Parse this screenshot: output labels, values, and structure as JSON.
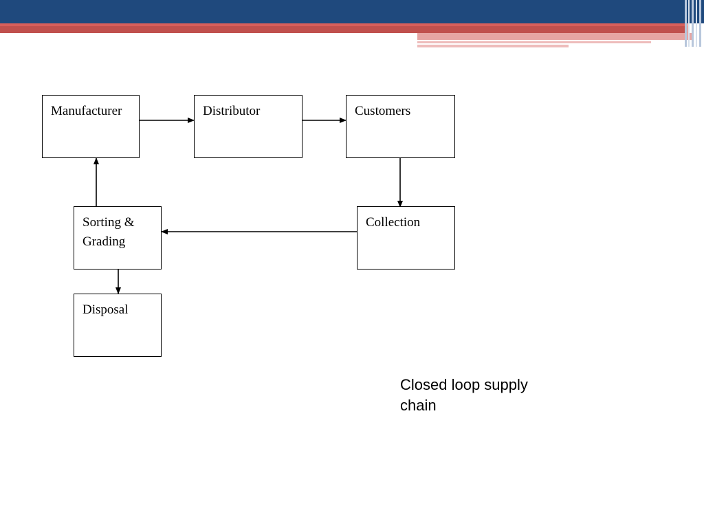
{
  "header": {
    "colors": {
      "blue": "#1f497d",
      "red": "#c0504d",
      "pink": "#e6a5a3",
      "stripe_light": "#b8c7dc"
    }
  },
  "diagram": {
    "nodes": {
      "manufacturer": "Manufacturer",
      "distributor": "Distributor",
      "customers": "Customers",
      "collection": "Collection",
      "sorting_grading": "Sorting & Grading",
      "disposal": "Disposal"
    },
    "edges": [
      {
        "from": "manufacturer",
        "to": "distributor"
      },
      {
        "from": "distributor",
        "to": "customers"
      },
      {
        "from": "customers",
        "to": "collection"
      },
      {
        "from": "collection",
        "to": "sorting_grading"
      },
      {
        "from": "sorting_grading",
        "to": "manufacturer"
      },
      {
        "from": "sorting_grading",
        "to": "disposal"
      }
    ]
  },
  "caption": "Closed loop supply chain"
}
